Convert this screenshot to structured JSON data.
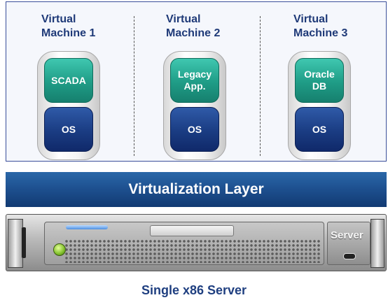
{
  "virtual_machines": [
    {
      "title_line1": "Virtual",
      "title_line2": "Machine 1",
      "app_line1": "SCADA",
      "app_line2": "",
      "os_label": "OS"
    },
    {
      "title_line1": "Virtual",
      "title_line2": "Machine 2",
      "app_line1": "Legacy",
      "app_line2": "App.",
      "os_label": "OS"
    },
    {
      "title_line1": "Virtual",
      "title_line2": "Machine  3",
      "app_line1": "Oracle",
      "app_line2": "DB",
      "os_label": "OS"
    }
  ],
  "virtualization_layer": {
    "label": "Virtualization Layer"
  },
  "server": {
    "label": "Server"
  },
  "caption": "Single x86 Server",
  "colors": {
    "vm_title": "#1f3a78",
    "app_box": "#1f9c86",
    "os_box": "#1a3c82",
    "layer_bar": "#1d4f8e",
    "caption": "#1f3f80"
  }
}
